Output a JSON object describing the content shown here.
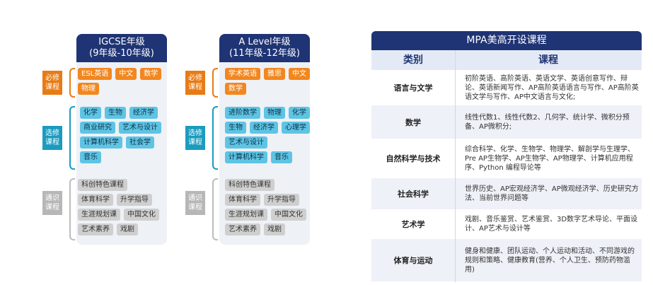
{
  "igcse": {
    "title_line1": "IGCSE年级",
    "title_line2": "(9年级-10年级)",
    "required_label": "必修课程",
    "elective_label": "选修课程",
    "general_label": "通识课程",
    "required": [
      "ESL英语",
      "中文",
      "数学",
      "物理"
    ],
    "elective": [
      "化学",
      "生物",
      "经济学",
      "商业研究",
      "艺术与设计",
      "计算机科学",
      "社会学",
      "音乐"
    ],
    "general": [
      "科创特色课程",
      "体育科学",
      "升学指导",
      "生涯规划课",
      "中国文化",
      "艺术素养",
      "戏剧"
    ]
  },
  "alevel": {
    "title_line1": "A Level年级",
    "title_line2": "(11年级-12年级)",
    "required_label": "必修课程",
    "elective_label": "选修课程",
    "general_label": "通识课程",
    "required": [
      "学术英语",
      "雅思",
      "中文",
      "数学"
    ],
    "elective": [
      "进阶数学",
      "物理",
      "化学",
      "生物",
      "经济学",
      "心理学",
      "艺术与设计",
      "计算机科学",
      "音乐"
    ],
    "general": [
      "科创特色课程",
      "体育科学",
      "升学指导",
      "生涯规划课",
      "中国文化",
      "艺术素养",
      "戏剧"
    ]
  },
  "mpa_table": {
    "title": "MPA美高开设课程",
    "header_category": "类别",
    "header_course": "课程",
    "rows": [
      {
        "category": "语言与文学",
        "courses": "初阶英语、高阶英语、英语文学、英语创意写作、辩论、英语新闻写作、AP高阶英语语言与写作、AP高阶英语文学与写作、AP中文语言与文化;"
      },
      {
        "category": "数学",
        "courses": "线性代数1、线性代数2、几何学、统计学、微积分预备、AP微积分;"
      },
      {
        "category": "自然科学与技术",
        "courses": "综合科学、化学、生物学、物理学、解剖学与生理学、Pre AP生物学、AP生物学、AP物理学、计算机应用程序、Python 编程导论等"
      },
      {
        "category": "社会科学",
        "courses": "世界历史、AP宏观经济学、AP微观经济学、历史研究方法、当前世界问题等"
      },
      {
        "category": "艺术学",
        "courses": "戏剧、音乐鉴赏、艺术鉴赏、3D数字艺术导论、平面设计、AP艺术与设计等"
      },
      {
        "category": "体育与运动",
        "courses": "健身和健康、团队运动、个人运动和活动、不同游戏的规则和策略、健康教育(营养、个人卫生、预防药物滥用)"
      }
    ]
  },
  "colors": {
    "navy": "#1f3474",
    "orange": "#f2871f",
    "cyan": "#5ec4e4",
    "gray": "#cfcfcf"
  }
}
